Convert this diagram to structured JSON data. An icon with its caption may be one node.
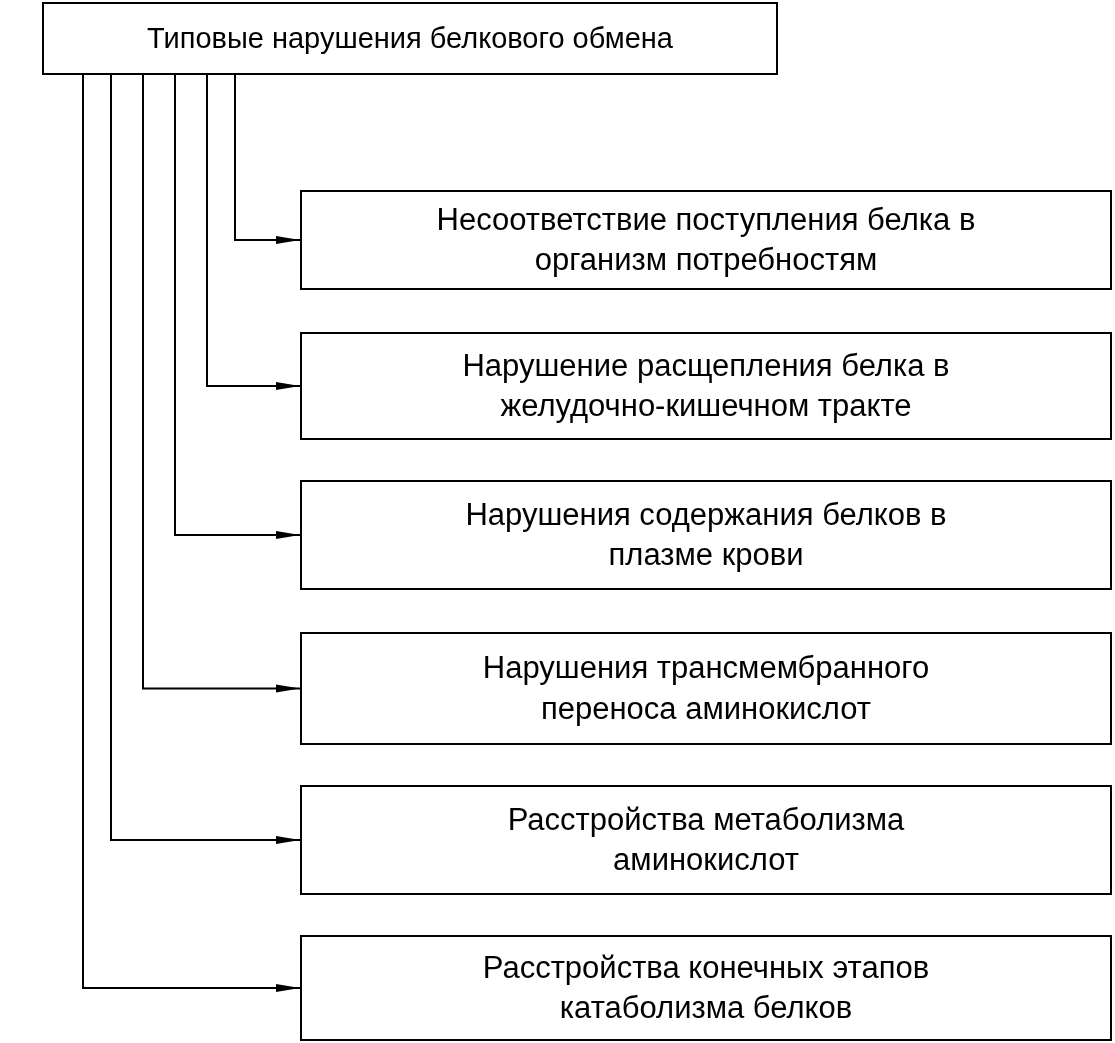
{
  "diagram": {
    "nodes": [
      {
        "text": [
          "Типовые нарушения белкового обмена"
        ]
      },
      {
        "text": [
          "Несоответствие поступления белка в организм потребностям"
        ]
      },
      {
        "text": [
          "Нарушение расщепления белка в желудочно-кишечном тракте"
        ]
      },
      {
        "text": [
          "Нарушения содержания белков в плазме крови"
        ]
      },
      {
        "text": [
          "Нарушения трансмембранного переноса аминокислот"
        ]
      },
      {
        "text": [
          "Расстройства метаболизма аминокислот"
        ]
      },
      {
        "text": [
          "Расстройства конечных этапов катаболизма белков"
        ]
      }
    ],
    "edges": [
      {
        "from": 0,
        "to": 1,
        "arrow": "to"
      },
      {
        "from": 0,
        "to": 2,
        "arrow": "to"
      },
      {
        "from": 0,
        "to": 3,
        "arrow": "to"
      },
      {
        "from": 0,
        "to": 4,
        "arrow": "to"
      },
      {
        "from": 0,
        "to": 5,
        "arrow": "to"
      },
      {
        "from": 0,
        "to": 6,
        "arrow": "to"
      }
    ]
  }
}
